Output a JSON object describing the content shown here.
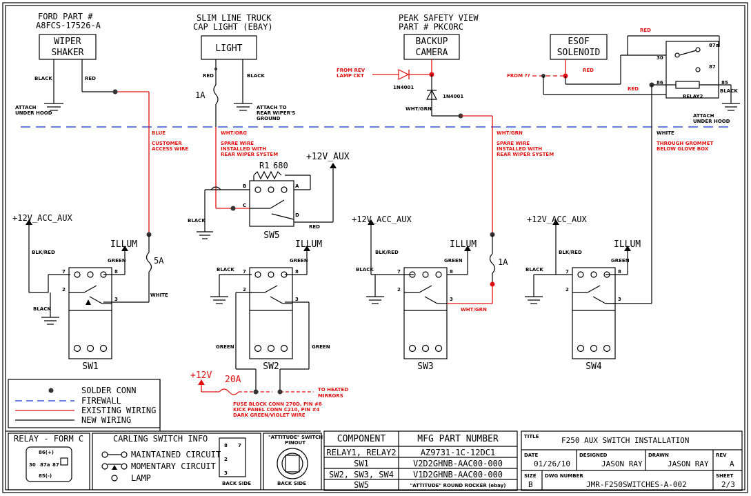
{
  "components": {
    "wiper": {
      "part_line1": "FORD PART #",
      "part_line2": "A8FCS-17526-A",
      "name1": "WIPER",
      "name2": "SHAKER",
      "wire_black": "BLACK",
      "wire_red": "RED",
      "ground_note1": "ATTACH",
      "ground_note2": "UNDER HOOD"
    },
    "light": {
      "title1": "SLIM LINE TRUCK",
      "title2": "CAP LIGHT (EBAY)",
      "name": "LIGHT",
      "wire_red": "RED",
      "wire_black": "BLACK",
      "fuse": "1A",
      "ground_note1": "ATTACH TO",
      "ground_note2": "REAR WIPER'S",
      "ground_note3": "GROUND"
    },
    "camera": {
      "title1": "PEAK SAFETY VIEW",
      "title2": "PART # PKCORC",
      "name1": "BACKUP",
      "name2": "CAMERA",
      "from_rev1": "FROM REV",
      "from_rev2": "LAMP CKT",
      "diode1": "1N4001",
      "diode2": "1N4001",
      "wire": "WHT/GRN"
    },
    "esof": {
      "name1": "ESOF",
      "name2": "SOLENOID",
      "from": "FROM ??",
      "wire_red": "RED",
      "wire_red2": "RED",
      "wire_red3": "RED",
      "wire_black": "BLACK",
      "relay": "RELAY2",
      "pin30": "30",
      "pin87a": "87a",
      "pin87": "87",
      "pin86": "86",
      "pin85": "85",
      "ground_note1": "ATTACH",
      "ground_note2": "UNDER HOOD"
    }
  },
  "notes": {
    "blue": "BLUE",
    "customer1": "CUSTOMER",
    "customer2": "ACCESS WIRE",
    "whtorg": "WHT/ORG",
    "spare1": "SPARE WIRE",
    "spare2": "INSTALLED WITH",
    "spare3": "REAR WIPER SYSTEM",
    "whtgrn": "WHT/GRN",
    "spare4": "SPARE WIRE",
    "spare5": "INSTALLED WITH",
    "spare6": "REAR WIPER SYSTEM",
    "white": "WHITE",
    "grommet1": "THROUGH GROMMET",
    "grommet2": "BELOW GLOVE BOX"
  },
  "sw5": {
    "r1": "R1",
    "r1_val": "680",
    "aux": "+12V_AUX",
    "pinA": "A",
    "pinB": "B",
    "pinC": "C",
    "pinD": "D",
    "black": "BLACK",
    "red": "RED",
    "label": "SW5"
  },
  "switches": [
    {
      "label": "SW1",
      "acc": "+12V_ACC_AUX",
      "illum": "ILLUM",
      "wire_in": "BLK/RED",
      "wire_illum": "GREEN",
      "black": "BLACK",
      "out": "WHITE",
      "fuse": "5A",
      "p7": "7",
      "p8": "8",
      "p2": "2",
      "p3": "3"
    },
    {
      "label": "SW2",
      "illum": "ILLUM",
      "wire_illum": "GREEN",
      "black": "BLACK",
      "green_l": "GREEN",
      "green_r": "GREEN",
      "p7": "7",
      "p8": "8",
      "p2": "2",
      "p3": "3"
    },
    {
      "label": "SW3",
      "acc": "+12V_ACC_AUX",
      "illum": "ILLUM",
      "wire_in": "BLK/RED",
      "wire_illum": "GREEN",
      "black": "BLACK",
      "out": "WHT/GRN",
      "fuse": "1A",
      "p7": "7",
      "p8": "8",
      "p2": "2",
      "p3": "3"
    },
    {
      "label": "SW4",
      "acc": "+12V_ACC_AUX",
      "illum": "ILLUM",
      "wire_in": "BLK/RED",
      "wire_illum": "GREEN",
      "black": "BLACK",
      "p7": "7",
      "p8": "8",
      "p2": "2",
      "p3": "3"
    }
  ],
  "mirrors": {
    "v12": "+12V",
    "fuse": "20A",
    "to1": "TO HEATED",
    "to2": "MIRRORS",
    "n1": "FUSE BLOCK CONN 270D, PIN #8",
    "n2": "KICK PANEL CONN C210, PIN #4",
    "n3": "DARK GREEN/VIOLET WIRE"
  },
  "legend": {
    "solder": "SOLDER CONN",
    "firewall": "FIREWALL",
    "existing": "EXISTING WIRING",
    "new": "NEW WIRING"
  },
  "relay_info": {
    "title": "RELAY - FORM C",
    "p86": "86(+)",
    "p30": "30",
    "p87a": "87a",
    "p87": "87",
    "p85": "85(-)"
  },
  "carling": {
    "title": "CARLING SWITCH INFO",
    "maintained": "MAINTAINED CIRCUIT",
    "momentary": "MOMENTARY CIRCUIT",
    "lamp": "LAMP",
    "back": "BACK SIDE",
    "p8": "8",
    "p7": "7",
    "p2": "2",
    "p3": "3"
  },
  "attitude": {
    "title1": "\"ATTITUDE\" SWITCH",
    "title2": "PINOUT",
    "back": "BACK SIDE"
  },
  "bom": {
    "headers": [
      "COMPONENT",
      "MFG PART NUMBER"
    ],
    "rows": [
      [
        "RELAY1, RELAY2",
        "AZ9731-1C-12DC1"
      ],
      [
        "SW1",
        "V2D2GHNB-AAC00-000"
      ],
      [
        "SW2, SW3, SW4",
        "V1D2GHNB-AAC00-000"
      ],
      [
        "SW5",
        "\"ATTITUDE\" ROUND ROCKER (ebay)"
      ]
    ]
  },
  "title_block": {
    "title_label": "TITLE",
    "title": "F250 AUX SWITCH INSTALLATION",
    "date_label": "DATE",
    "date": "01/26/10",
    "designed_label": "DESIGNED",
    "designed": "JASON RAY",
    "drawn_label": "DRAWN",
    "drawn": "JASON RAY",
    "rev_label": "REV",
    "rev": "A",
    "size_label": "SIZE",
    "size": "B",
    "dwg_label": "DWG NUMBER",
    "dwg": "JMR-F250SWITCHES-A-002",
    "sheet_label": "SHEET",
    "sheet": "2/3"
  }
}
